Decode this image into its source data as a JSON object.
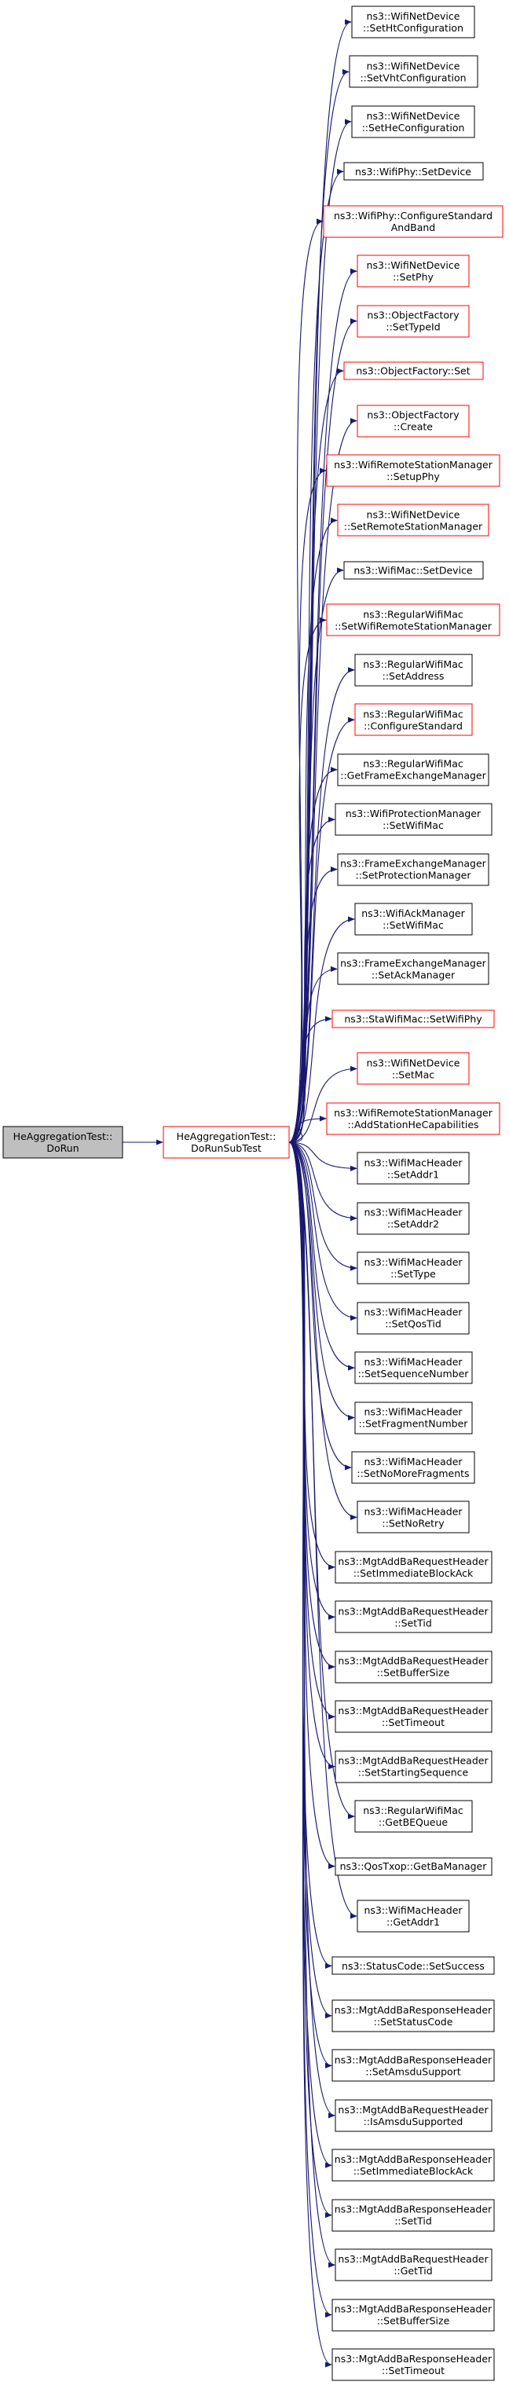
{
  "colors": {
    "edge": "#191970",
    "root_fill": "#bfbfbf",
    "box_black": "#000000",
    "box_red": "#ff0000",
    "background": "#ffffff"
  },
  "root": {
    "lines": [
      "HeAggregationTest::",
      "DoRun"
    ]
  },
  "hub": {
    "lines": [
      "HeAggregationTest::",
      "DoRunSubTest"
    ],
    "border": "red"
  },
  "callees": [
    {
      "lines": [
        "ns3::WifiNetDevice",
        "::SetHtConfiguration"
      ],
      "border": "black"
    },
    {
      "lines": [
        "ns3::WifiNetDevice",
        "::SetVhtConfiguration"
      ],
      "border": "black"
    },
    {
      "lines": [
        "ns3::WifiNetDevice",
        "::SetHeConfiguration"
      ],
      "border": "black"
    },
    {
      "lines": [
        "ns3::WifiPhy::SetDevice"
      ],
      "border": "black"
    },
    {
      "lines": [
        "ns3::WifiPhy::ConfigureStandard",
        "AndBand"
      ],
      "border": "red"
    },
    {
      "lines": [
        "ns3::WifiNetDevice",
        "::SetPhy"
      ],
      "border": "red"
    },
    {
      "lines": [
        "ns3::ObjectFactory",
        "::SetTypeId"
      ],
      "border": "red"
    },
    {
      "lines": [
        "ns3::ObjectFactory::Set"
      ],
      "border": "red"
    },
    {
      "lines": [
        "ns3::ObjectFactory",
        "::Create"
      ],
      "border": "red"
    },
    {
      "lines": [
        "ns3::WifiRemoteStationManager",
        "::SetupPhy"
      ],
      "border": "red"
    },
    {
      "lines": [
        "ns3::WifiNetDevice",
        "::SetRemoteStationManager"
      ],
      "border": "red"
    },
    {
      "lines": [
        "ns3::WifiMac::SetDevice"
      ],
      "border": "black"
    },
    {
      "lines": [
        "ns3::RegularWifiMac",
        "::SetWifiRemoteStationManager"
      ],
      "border": "red"
    },
    {
      "lines": [
        "ns3::RegularWifiMac",
        "::SetAddress"
      ],
      "border": "black"
    },
    {
      "lines": [
        "ns3::RegularWifiMac",
        "::ConfigureStandard"
      ],
      "border": "red"
    },
    {
      "lines": [
        "ns3::RegularWifiMac",
        "::GetFrameExchangeManager"
      ],
      "border": "black"
    },
    {
      "lines": [
        "ns3::WifiProtectionManager",
        "::SetWifiMac"
      ],
      "border": "black"
    },
    {
      "lines": [
        "ns3::FrameExchangeManager",
        "::SetProtectionManager"
      ],
      "border": "black"
    },
    {
      "lines": [
        "ns3::WifiAckManager",
        "::SetWifiMac"
      ],
      "border": "black"
    },
    {
      "lines": [
        "ns3::FrameExchangeManager",
        "::SetAckManager"
      ],
      "border": "black"
    },
    {
      "lines": [
        "ns3::StaWifiMac::SetWifiPhy"
      ],
      "border": "red"
    },
    {
      "lines": [
        "ns3::WifiNetDevice",
        "::SetMac"
      ],
      "border": "red"
    },
    {
      "lines": [
        "ns3::WifiRemoteStationManager",
        "::AddStationHeCapabilities"
      ],
      "border": "red"
    },
    {
      "lines": [
        "ns3::WifiMacHeader",
        "::SetAddr1"
      ],
      "border": "black"
    },
    {
      "lines": [
        "ns3::WifiMacHeader",
        "::SetAddr2"
      ],
      "border": "black"
    },
    {
      "lines": [
        "ns3::WifiMacHeader",
        "::SetType"
      ],
      "border": "black"
    },
    {
      "lines": [
        "ns3::WifiMacHeader",
        "::SetQosTid"
      ],
      "border": "black"
    },
    {
      "lines": [
        "ns3::WifiMacHeader",
        "::SetSequenceNumber"
      ],
      "border": "black"
    },
    {
      "lines": [
        "ns3::WifiMacHeader",
        "::SetFragmentNumber"
      ],
      "border": "black"
    },
    {
      "lines": [
        "ns3::WifiMacHeader",
        "::SetNoMoreFragments"
      ],
      "border": "black"
    },
    {
      "lines": [
        "ns3::WifiMacHeader",
        "::SetNoRetry"
      ],
      "border": "black"
    },
    {
      "lines": [
        "ns3::MgtAddBaRequestHeader",
        "::SetImmediateBlockAck"
      ],
      "border": "black"
    },
    {
      "lines": [
        "ns3::MgtAddBaRequestHeader",
        "::SetTid"
      ],
      "border": "black"
    },
    {
      "lines": [
        "ns3::MgtAddBaRequestHeader",
        "::SetBufferSize"
      ],
      "border": "black"
    },
    {
      "lines": [
        "ns3::MgtAddBaRequestHeader",
        "::SetTimeout"
      ],
      "border": "black"
    },
    {
      "lines": [
        "ns3::MgtAddBaRequestHeader",
        "::SetStartingSequence"
      ],
      "border": "black"
    },
    {
      "lines": [
        "ns3::RegularWifiMac",
        "::GetBEQueue"
      ],
      "border": "black"
    },
    {
      "lines": [
        "ns3::QosTxop::GetBaManager"
      ],
      "border": "black"
    },
    {
      "lines": [
        "ns3::WifiMacHeader",
        "::GetAddr1"
      ],
      "border": "black"
    },
    {
      "lines": [
        "ns3::StatusCode::SetSuccess"
      ],
      "border": "black"
    },
    {
      "lines": [
        "ns3::MgtAddBaResponseHeader",
        "::SetStatusCode"
      ],
      "border": "black"
    },
    {
      "lines": [
        "ns3::MgtAddBaResponseHeader",
        "::SetAmsduSupport"
      ],
      "border": "black"
    },
    {
      "lines": [
        "ns3::MgtAddBaRequestHeader",
        "::IsAmsduSupported"
      ],
      "border": "black"
    },
    {
      "lines": [
        "ns3::MgtAddBaResponseHeader",
        "::SetImmediateBlockAck"
      ],
      "border": "black"
    },
    {
      "lines": [
        "ns3::MgtAddBaResponseHeader",
        "::SetTid"
      ],
      "border": "black"
    },
    {
      "lines": [
        "ns3::MgtAddBaRequestHeader",
        "::GetTid"
      ],
      "border": "black"
    },
    {
      "lines": [
        "ns3::MgtAddBaResponseHeader",
        "::SetBufferSize"
      ],
      "border": "black"
    },
    {
      "lines": [
        "ns3::MgtAddBaResponseHeader",
        "::SetTimeout"
      ],
      "border": "black"
    }
  ]
}
